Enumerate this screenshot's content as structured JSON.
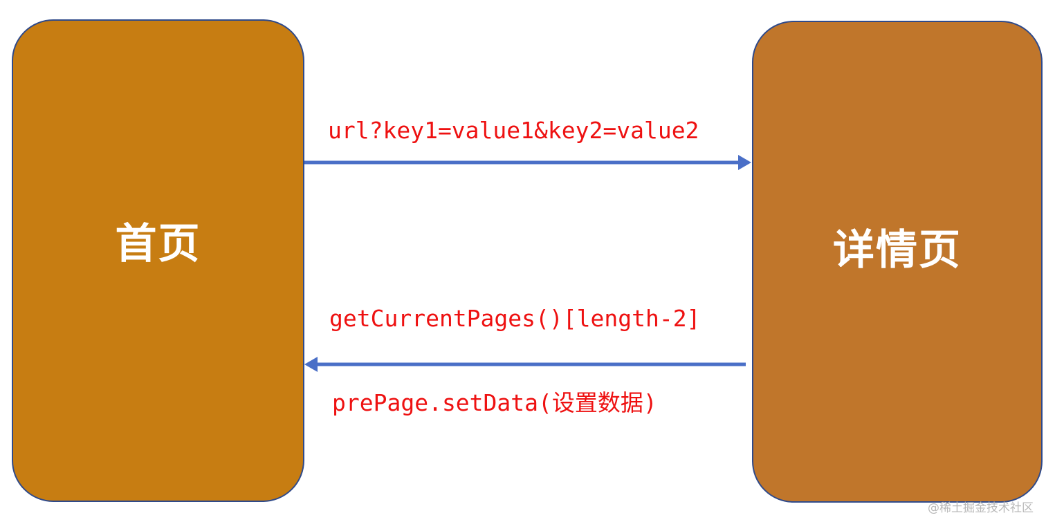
{
  "colors": {
    "home_box_fill": "#c77d12",
    "detail_box_fill": "#c0762b",
    "box_border": "#2f4a8a",
    "arrow": "#4a6fc7",
    "code_text": "#ee1111",
    "watermark_text": "#b8b8b8"
  },
  "nodes": {
    "home": {
      "label": "首页"
    },
    "detail": {
      "label": "详情页"
    }
  },
  "edges": {
    "forward": {
      "label": "url?key1=value1&key2=value2"
    },
    "back": {
      "label_above": "getCurrentPages()[length-2]",
      "label_below": "prePage.setData(设置数据)"
    }
  },
  "watermark": "@稀土掘金技术社区"
}
